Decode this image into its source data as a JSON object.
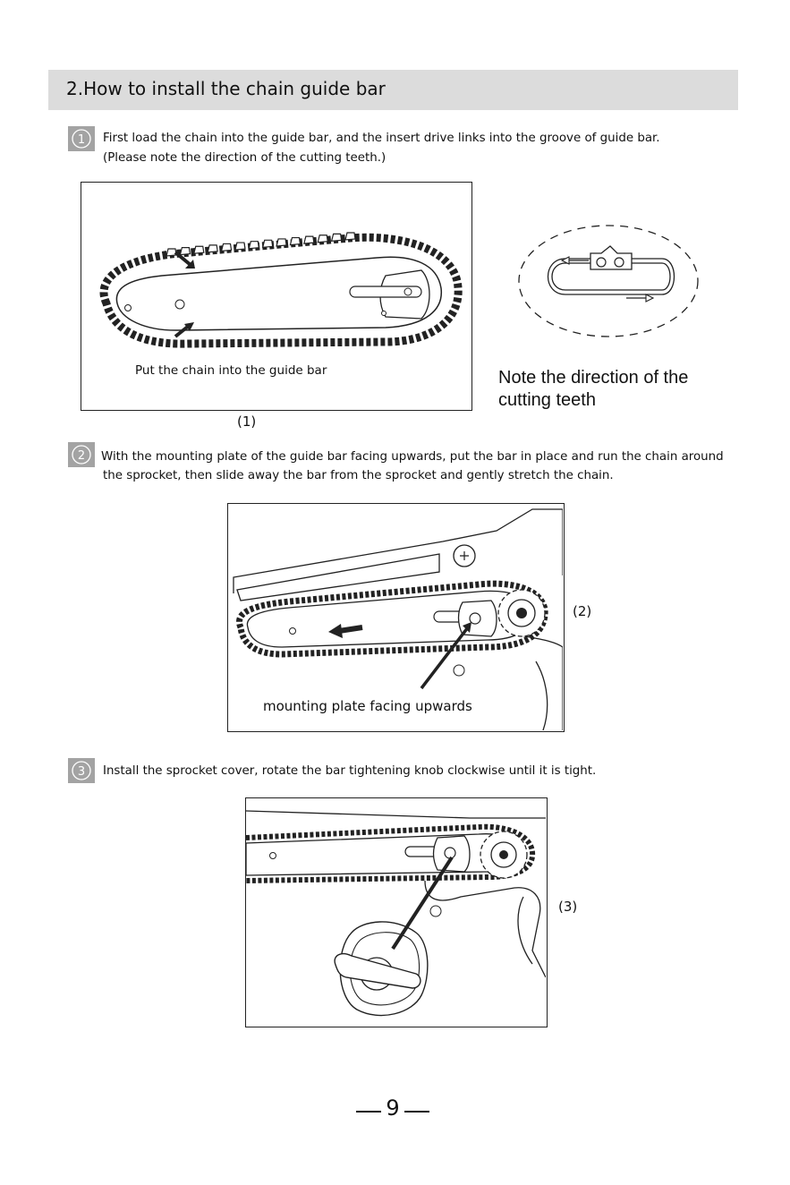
{
  "section": {
    "title": "2.How to install the chain guide bar"
  },
  "steps": [
    {
      "number": "1",
      "lines": [
        "First load the chain into the guide bar, and the insert drive links into the groove of guide bar.",
        "(Please note the direction of the cutting teeth.)"
      ]
    },
    {
      "number": "2",
      "lines": [
        "With the mounting plate of the guide bar facing upwards, put the bar in place and run the chain around",
        "the sprocket, then slide away the bar from the sprocket and gently stretch the chain."
      ]
    },
    {
      "number": "3",
      "lines": [
        "Install the sprocket cover, rotate the bar tightening knob clockwise until it is tight."
      ]
    }
  ],
  "figures": {
    "fig1": {
      "caption": "Put the chain into the guide bar",
      "number": "(1)"
    },
    "note": {
      "lines": [
        "Note the direction of the",
        "cutting teeth"
      ]
    },
    "fig2": {
      "caption": "mounting plate facing upwards",
      "number": "(2)"
    },
    "fig3": {
      "number": "(3)"
    }
  },
  "page": {
    "number": "9"
  },
  "colors": {
    "header_bg": "#dcdcdc",
    "badge_bg": "#a3a3a3",
    "line": "#222222"
  }
}
